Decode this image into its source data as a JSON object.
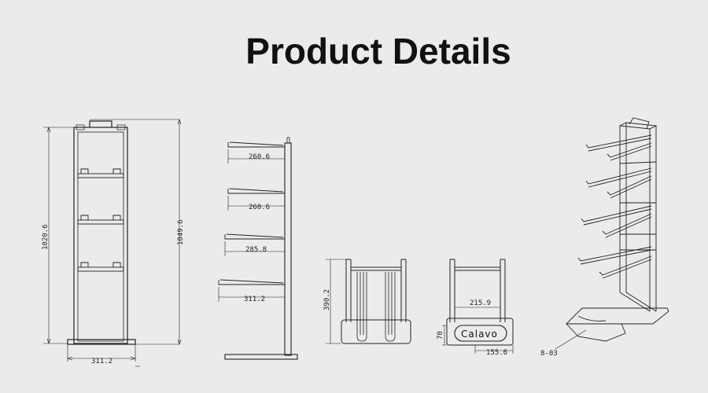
{
  "header": {
    "title": "Product Details"
  },
  "dimensions": {
    "front_height": "1020.6",
    "overall_height": "1049.6",
    "base_width": "311.2",
    "arm1": "260.6",
    "arm2": "260.6",
    "arm3": "285.8",
    "arm4": "311.2",
    "top_height": "390.2",
    "bottom_inner": "215.9",
    "base_height": "70",
    "base_depth": "155.6",
    "part_ref": "8-03"
  },
  "logo": {
    "text": "Calavo"
  }
}
